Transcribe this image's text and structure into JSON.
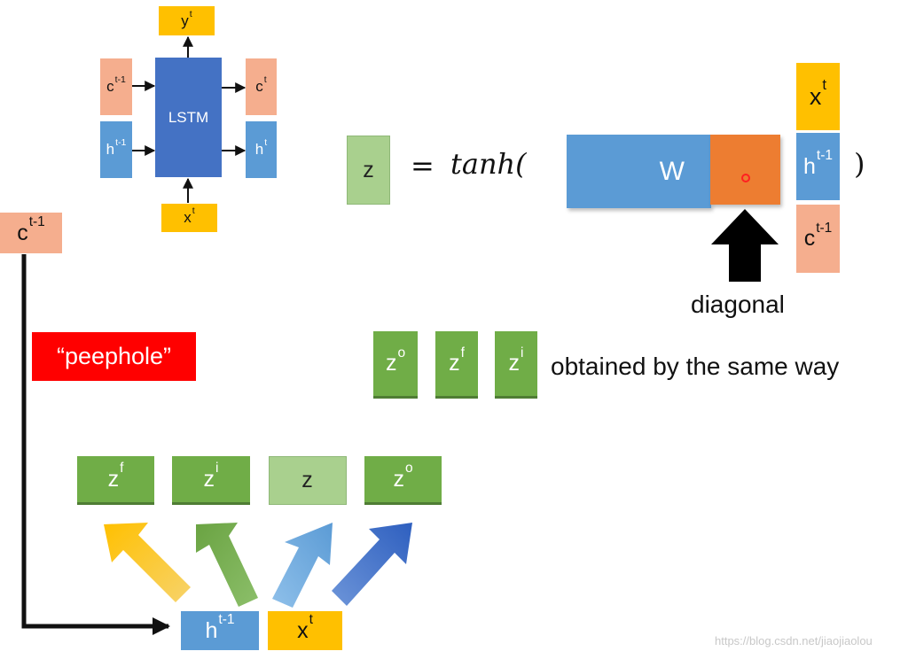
{
  "lstm_block": {
    "label": "LSTM",
    "yt": {
      "base": "y",
      "sup": "t"
    },
    "xt": {
      "base": "x",
      "sup": "t"
    },
    "c_prev": {
      "base": "c",
      "sup": "t-1"
    },
    "h_prev": {
      "base": "h",
      "sup": "t-1"
    },
    "c_next": {
      "base": "c",
      "sup": "t"
    },
    "h_next": {
      "base": "h",
      "sup": "t"
    }
  },
  "equation": {
    "z": "z",
    "equals": "=",
    "func": "tanh(",
    "close": ")",
    "weight": "W",
    "vector": [
      {
        "base": "x",
        "sup": "t"
      },
      {
        "base": "h",
        "sup": "t-1"
      },
      {
        "base": "c",
        "sup": "t-1"
      }
    ],
    "diagonal_label": "diagonal"
  },
  "peephole": {
    "c_input": {
      "base": "c",
      "sup": "t-1"
    },
    "label": "“peephole”"
  },
  "same_way": {
    "gates": [
      {
        "base": "z",
        "sup": "o"
      },
      {
        "base": "z",
        "sup": "f"
      },
      {
        "base": "z",
        "sup": "i"
      }
    ],
    "text": "obtained by the same way"
  },
  "bottom": {
    "gates": [
      {
        "base": "z",
        "sup": "f"
      },
      {
        "base": "z",
        "sup": "i"
      },
      {
        "base": "z",
        "sup": ""
      },
      {
        "base": "z",
        "sup": "o"
      }
    ],
    "h_input": {
      "base": "h",
      "sup": "t-1"
    },
    "x_input": {
      "base": "x",
      "sup": "t"
    }
  },
  "watermark": "https://blog.csdn.net/jiaojiaolou",
  "colors": {
    "cell_state": "#f5ae8e",
    "hidden": "#5b9bd5",
    "input": "#ffc000",
    "gate": "#70ad47",
    "lstm": "#4472c4",
    "peephole": "#ff0000",
    "diag": "#ed7d31"
  }
}
